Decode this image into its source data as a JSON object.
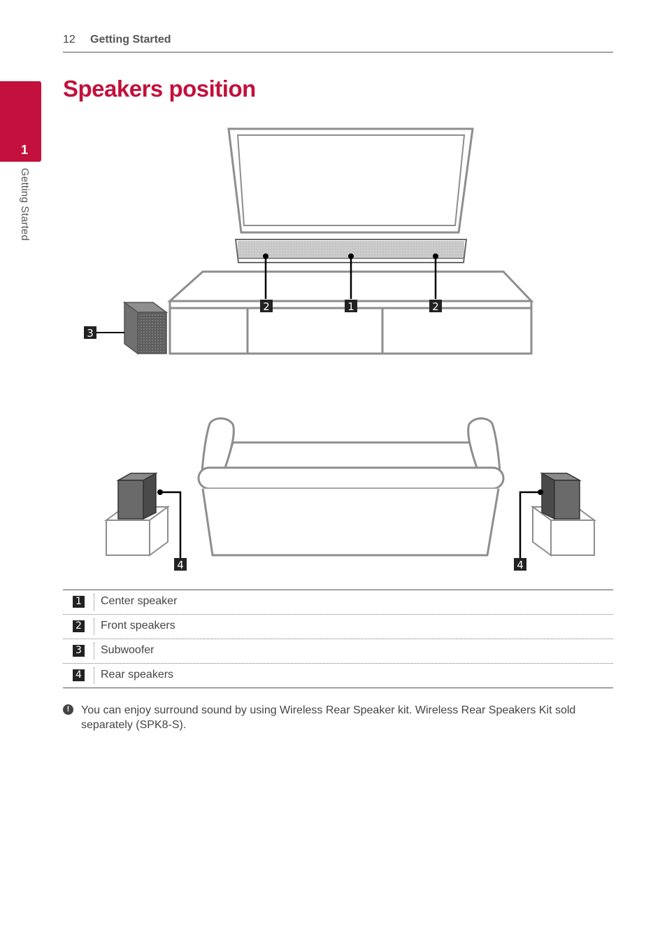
{
  "header": {
    "page_number": "12",
    "section": "Getting Started"
  },
  "side_tab": {
    "chapter_number": "1",
    "chapter_label": "Getting Started"
  },
  "page_title": "Speakers position",
  "diagram": {
    "callouts": {
      "center": "1",
      "front": "2",
      "subwoofer": "3",
      "rear": "4"
    }
  },
  "legend": [
    {
      "num": "1",
      "label": "Center speaker"
    },
    {
      "num": "2",
      "label": "Front speakers"
    },
    {
      "num": "3",
      "label": "Subwoofer"
    },
    {
      "num": "4",
      "label": "Rear speakers"
    }
  ],
  "note": {
    "icon": "info-icon",
    "text": "You can enjoy surround sound by using Wireless Rear Speaker kit. Wireless Rear Speakers Kit sold separately (SPK8-S)."
  },
  "colors": {
    "accent": "#c3103c",
    "line": "#8e8e8e",
    "speaker": "#666666"
  }
}
